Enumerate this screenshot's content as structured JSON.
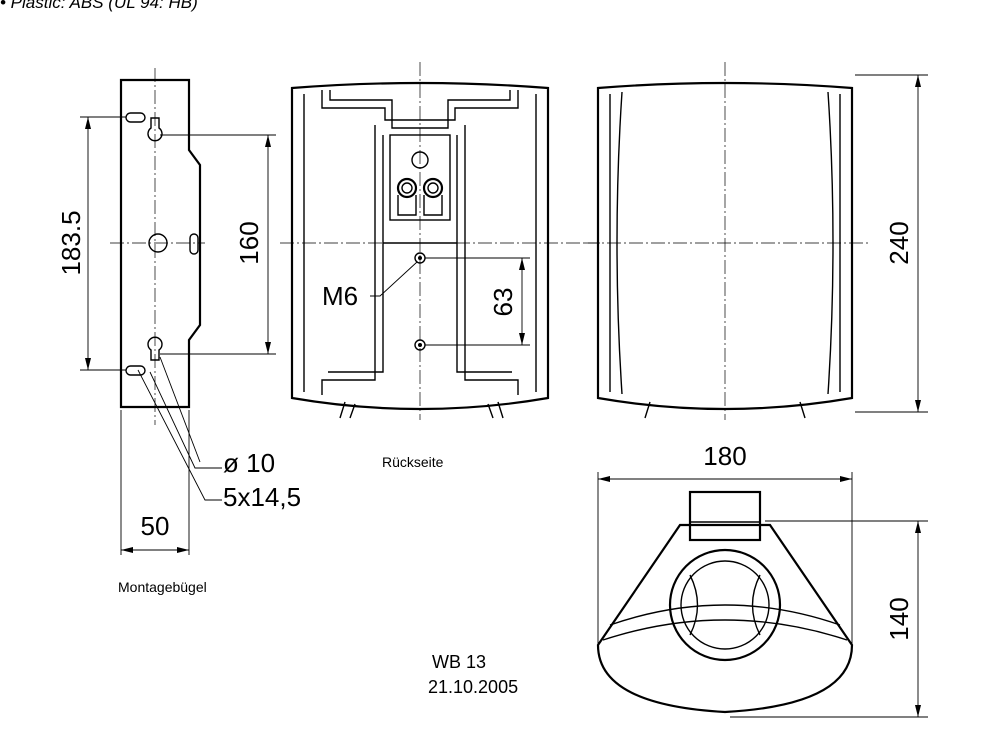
{
  "header": {
    "text": "• Plastic: ABS (UL 94: HB)"
  },
  "views": {
    "bracket": {
      "caption": "Montagebügel",
      "dims": {
        "overall_height": "183.5",
        "slot_spacing": "160",
        "width": "50",
        "hole": "ø 10",
        "slot": "5x14,5"
      }
    },
    "rear": {
      "caption": "Rückseite",
      "dims": {
        "thread": "M6",
        "thread_spacing": "63"
      }
    },
    "front": {
      "dims": {
        "height": "240"
      }
    },
    "top": {
      "dims": {
        "width": "180",
        "depth": "140"
      }
    }
  },
  "title_block": {
    "model": "WB 13",
    "date": "21.10.2005"
  }
}
